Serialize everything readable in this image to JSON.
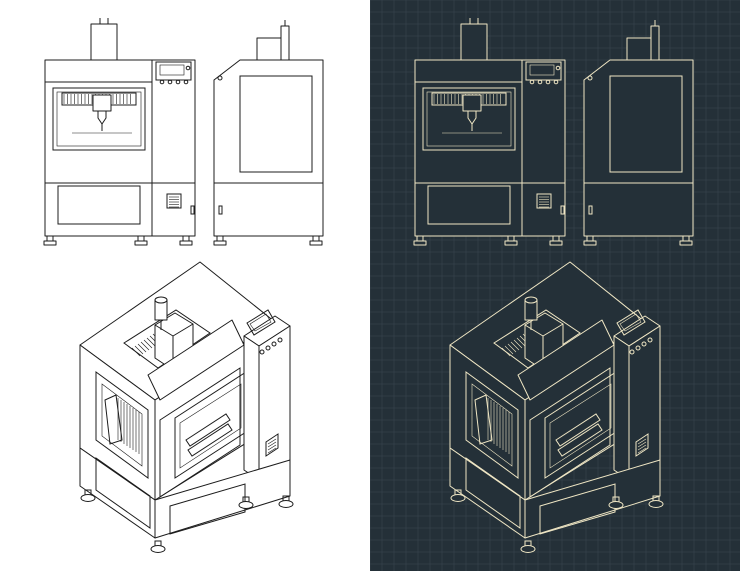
{
  "panels": [
    {
      "id": "light",
      "background": "#ffffff",
      "stroke": "#1c1c1c",
      "fill": "#ffffff"
    },
    {
      "id": "dark",
      "background": "#243038",
      "stroke": "#efe6c4",
      "fill": "#243038"
    }
  ],
  "views": [
    "front-view",
    "side-view",
    "isometric-view"
  ],
  "grid_on_dark_panel": true
}
